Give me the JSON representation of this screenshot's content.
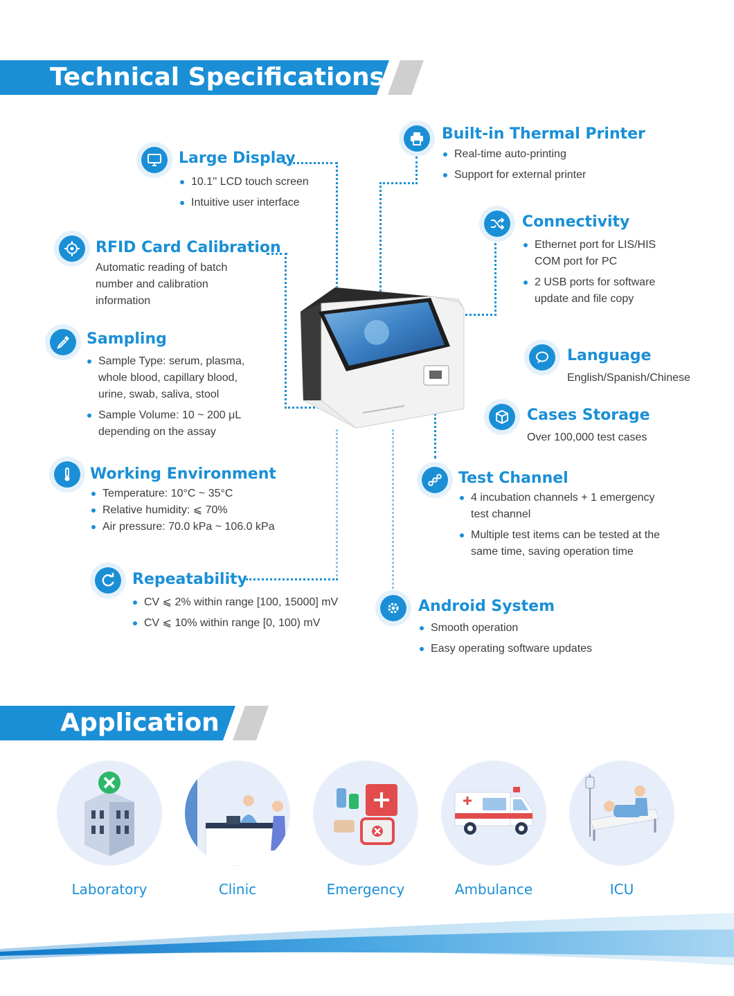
{
  "sections": {
    "spec_title": "Technical Specifications",
    "app_title": "Application"
  },
  "features": {
    "large_display": {
      "title": "Large Display",
      "items": [
        "10.1'' LCD touch screen",
        "Intuitive user interface"
      ],
      "icon": "monitor-icon"
    },
    "rfid": {
      "title": "RFID Card Calibration",
      "text": "Automatic reading of batch number and calibration information",
      "icon": "target-icon"
    },
    "sampling": {
      "title": "Sampling",
      "items": [
        "Sample Type: serum, plasma, whole blood, capillary blood, urine, swab, saliva, stool",
        "Sample Volume: 10 ~ 200 μL depending on the assay"
      ],
      "icon": "dropper-icon"
    },
    "working_env": {
      "title": "Working Environment",
      "items": [
        "Temperature: 10°C ~ 35°C",
        "Relative humidity: ⩽ 70%",
        "Air pressure: 70.0 kPa ~ 106.0 kPa"
      ],
      "icon": "thermometer-icon"
    },
    "repeatability": {
      "title": "Repeatability",
      "items": [
        "CV ⩽ 2% within range [100, 15000] mV",
        "CV ⩽ 10% within range [0, 100) mV"
      ],
      "icon": "refresh-icon"
    },
    "printer": {
      "title": "Built-in Thermal Printer",
      "items": [
        "Real-time auto-printing",
        "Support for external printer"
      ],
      "icon": "printer-icon"
    },
    "connectivity": {
      "title": "Connectivity",
      "items": [
        "Ethernet port for LIS/HIS COM port for PC",
        "2 USB ports for software update and file copy"
      ],
      "icon": "shuffle-icon"
    },
    "language": {
      "title": "Language",
      "text": "English/Spanish/Chinese",
      "icon": "chat-icon"
    },
    "storage": {
      "title": "Cases Storage",
      "text": "Over 100,000 test cases",
      "icon": "box-icon"
    },
    "test_channel": {
      "title": "Test Channel",
      "items": [
        "4 incubation channels + 1 emergency test channel",
        "Multiple test items can be tested at the same time, saving operation time"
      ],
      "icon": "link-icon"
    },
    "android": {
      "title": "Android System",
      "items": [
        "Smooth operation",
        "Easy operating software updates"
      ],
      "icon": "gear-icon"
    }
  },
  "applications": [
    {
      "label": "Laboratory",
      "icon": "laboratory-building-icon"
    },
    {
      "label": "Clinic",
      "icon": "clinic-reception-icon"
    },
    {
      "label": "Emergency",
      "icon": "first-aid-kit-icon"
    },
    {
      "label": "Ambulance",
      "icon": "ambulance-icon"
    },
    {
      "label": "ICU",
      "icon": "hospital-bed-icon"
    }
  ],
  "colors": {
    "accent": "#1a8fd6",
    "slant": "#cfcfcf",
    "circle_bg": "#e4f1fb"
  }
}
